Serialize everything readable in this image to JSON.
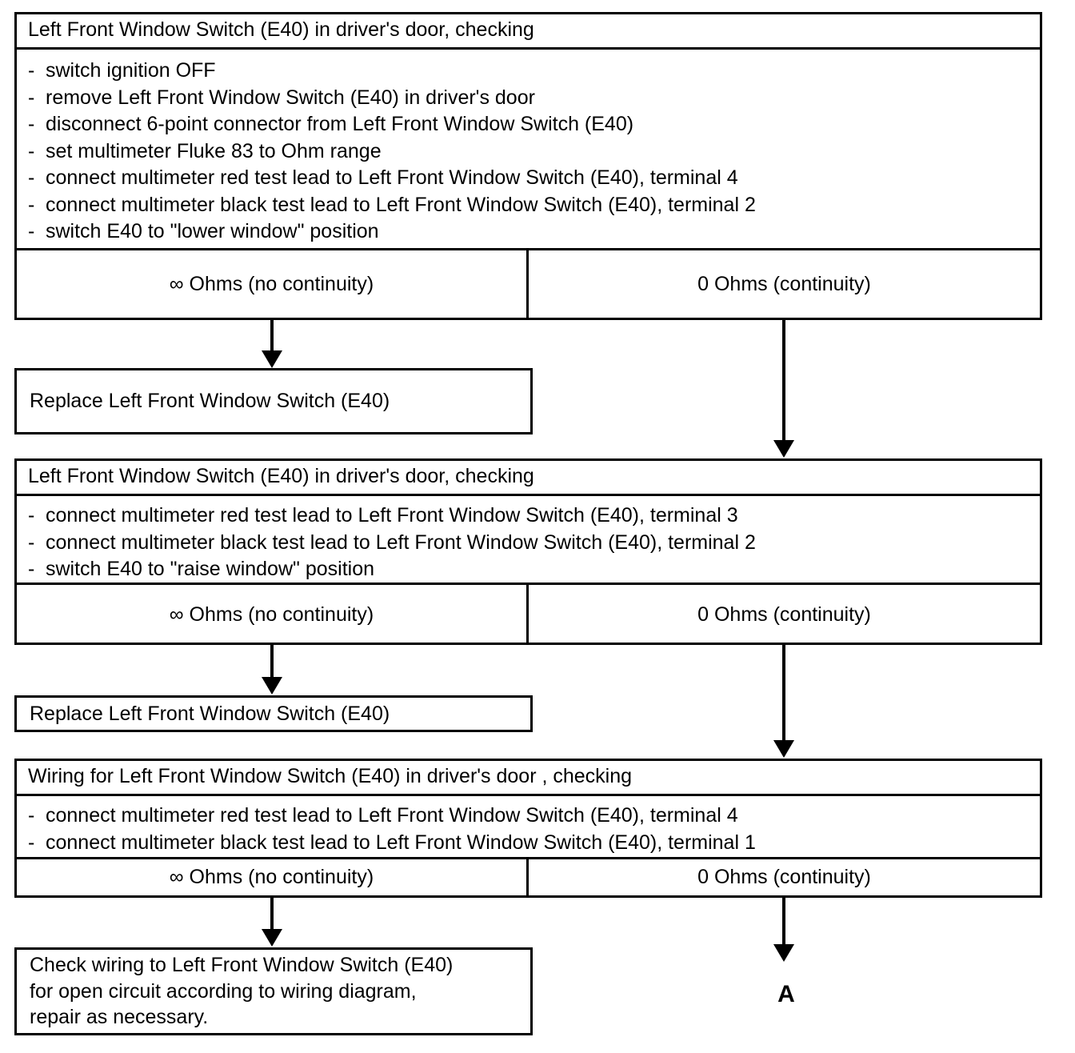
{
  "diagram": {
    "title": "Left Front Window Switch (E40) diagnostic flowchart",
    "blocks": {
      "test1": {
        "header": "Left Front Window Switch (E40) in driver's door, checking",
        "steps": [
          "switch ignition OFF",
          "remove Left Front Window Switch (E40) in driver's door",
          "disconnect 6-point connector from Left Front Window Switch (E40)",
          "set multimeter Fluke 83 to Ohm range",
          "connect multimeter red test lead to Left Front Window Switch (E40), terminal 4",
          "connect multimeter black test lead to Left Front Window Switch (E40), terminal 2",
          "switch E40 to \"lower window\" position"
        ],
        "bullet_marker": "-",
        "result_left": "∞ Ohms  (no continuity)",
        "result_right": "0 Ohms  (continuity)"
      },
      "action1": {
        "lines": [
          "Replace Left Front Window Switch (E40)"
        ]
      },
      "test2": {
        "header": "Left Front Window Switch (E40) in driver's door, checking",
        "steps": [
          "connect multimeter red test lead to Left Front Window Switch (E40), terminal 3",
          "connect multimeter black test lead to Left Front Window Switch (E40), terminal 2",
          "switch E40 to \"raise window\" position"
        ],
        "bullet_marker": "-",
        "result_left": "∞ Ohms  (no continuity)",
        "result_right": "0 Ohms  (continuity)"
      },
      "action2": {
        "lines": [
          "Replace Left Front Window Switch (E40)"
        ]
      },
      "test3": {
        "header": "Wiring for Left Front Window Switch (E40) in driver's door , checking",
        "steps": [
          "connect multimeter red test lead to Left Front Window Switch (E40), terminal 4",
          "connect multimeter black test lead to Left Front Window Switch (E40), terminal 1"
        ],
        "bullet_marker": "-",
        "result_left": "∞ Ohms  (no continuity)",
        "result_right": "0 Ohms  (continuity)"
      },
      "action3": {
        "lines": [
          "Check wiring  to Left Front Window Switch (E40)",
          "for open circuit according to wiring diagram,",
          "repair as  necessary."
        ]
      },
      "connector_a": {
        "label": "A"
      }
    },
    "colors": {
      "stroke": "#000000",
      "background": "#ffffff",
      "text": "#000000"
    }
  }
}
